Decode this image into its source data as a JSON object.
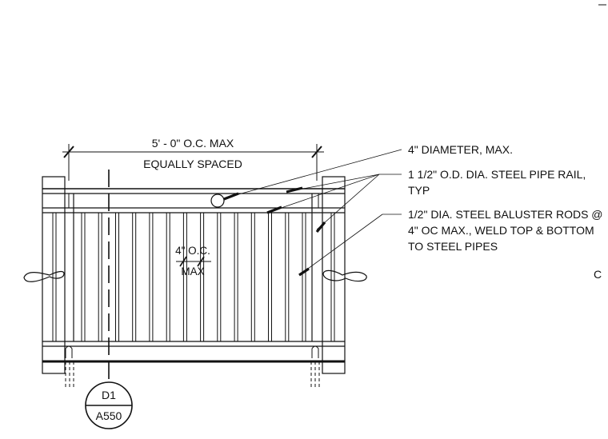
{
  "dimension": {
    "overall": "5' - 0\" O.C. MAX",
    "spacing_note": "EQUALLY SPACED",
    "baluster_spacing": "4\" O.C.",
    "baluster_max": "MAX"
  },
  "callouts": [
    {
      "lines": [
        "4\" DIAMETER, MAX."
      ]
    },
    {
      "lines": [
        "1 1/2\" O.D. DIA. STEEL PIPE RAIL,",
        "TYP"
      ]
    },
    {
      "lines": [
        "1/2\" DIA. STEEL BALUSTER RODS @",
        "4\" OC MAX., WELD TOP & BOTTOM",
        "TO STEEL PIPES"
      ]
    }
  ],
  "section_marker": {
    "detail": "D1",
    "sheet": "A550"
  },
  "edge_label": "C"
}
